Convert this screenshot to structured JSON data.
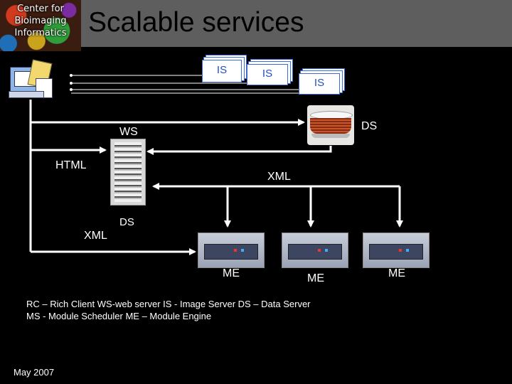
{
  "header": {
    "logo_text": "Center for Bioimaging Informatics",
    "title": "Scalable services"
  },
  "diagram": {
    "image_servers": [
      "IS",
      "IS",
      "IS"
    ],
    "data_server_top": "DS",
    "web_server": "WS",
    "web_server_storage": "DS",
    "html_label": "HTML",
    "xml_label_right": "XML",
    "xml_label_left": "XML",
    "module_engines": [
      "ME",
      "ME",
      "ME"
    ]
  },
  "legend": {
    "line1": "RC – Rich Client   WS-web server   IS -  Image Server DS – Data Server",
    "line2": "MS - Module Scheduler    ME – Module Engine"
  },
  "footer": {
    "date": "May 2007"
  },
  "colors": {
    "header_bar": "#5e5e5e",
    "is_text": "#1f4fc0",
    "line": "#ffffff"
  }
}
